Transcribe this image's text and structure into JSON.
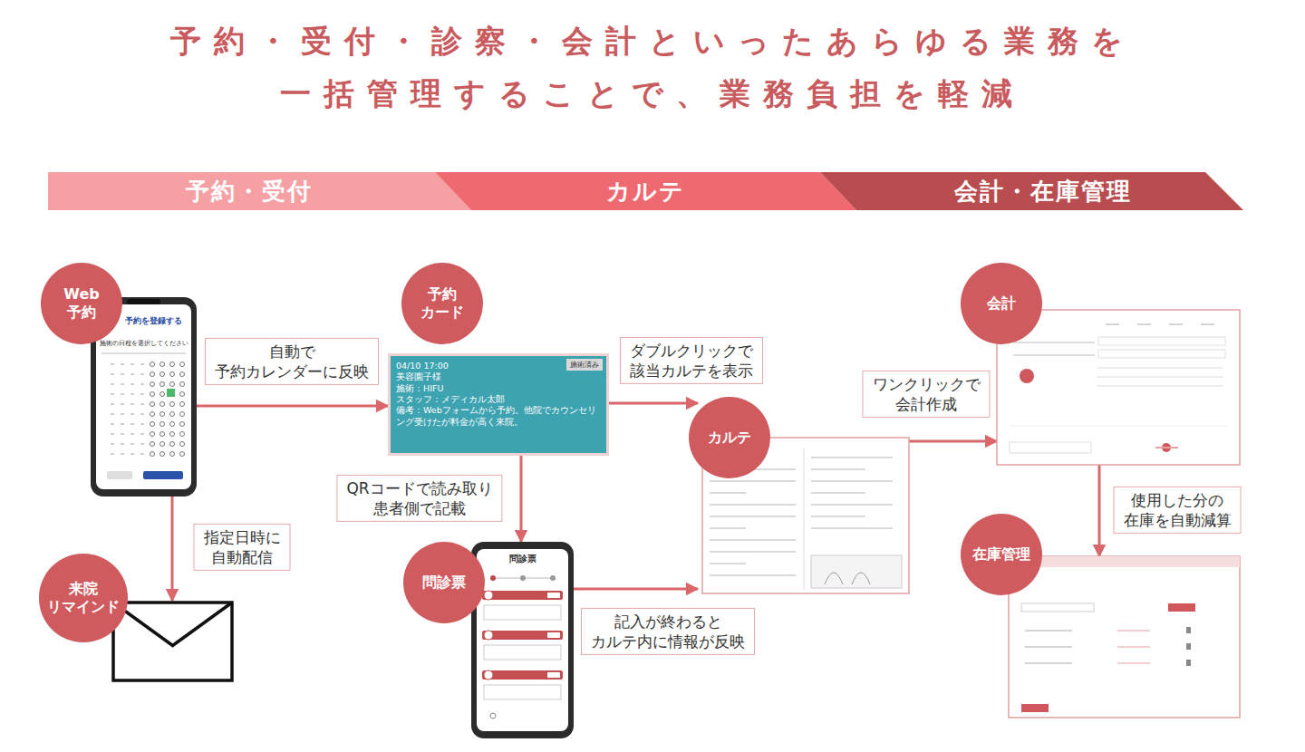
{
  "diagram": {
    "title": "予約・受付・診察・会計といったあらゆる業務を 一括管理することで、業務負担を軽減",
    "nodes": [
      {
        "text": [
          "予約・受付"
        ]
      },
      {
        "text": [
          "カルテ"
        ]
      },
      {
        "text": [
          "会計・在庫管理"
        ]
      },
      {
        "text": [
          "Web 予約",
          "予約を登録する",
          "施術の日程を選択してください"
        ]
      },
      {
        "text": [
          "来院 リマインド"
        ]
      },
      {
        "text": [
          "予約 カード",
          "施術済み",
          "04/10 17:00",
          "美容園子様",
          "施術：HIFU",
          "スタッフ：メディカル太郎",
          "備考：Webフォームから予約。他院でカウンセリング受けたが料金が高く来院。"
        ]
      },
      {
        "text": [
          "問診票",
          "問診票"
        ]
      },
      {
        "text": [
          "カルテ"
        ]
      },
      {
        "text": [
          "会計"
        ]
      },
      {
        "text": [
          "在庫管理"
        ]
      }
    ],
    "edges": [
      {
        "from": 3,
        "to": 5,
        "label": "自動で 予約カレンダーに反映",
        "arrow": "to"
      },
      {
        "from": 3,
        "to": 4,
        "label": "指定日時に 自動配信",
        "arrow": "to"
      },
      {
        "from": 5,
        "to": 7,
        "label": "ダブルクリックで 該当カルテを表示",
        "arrow": "to"
      },
      {
        "from": 5,
        "to": 6,
        "label": "QRコードで読み取り 患者側で記載",
        "arrow": "to"
      },
      {
        "from": 6,
        "to": 7,
        "label": "記入が終わると カルテ内に情報が反映",
        "arrow": "to"
      },
      {
        "from": 7,
        "to": 8,
        "label": "ワンクリックで 会計作成",
        "arrow": "to"
      },
      {
        "from": 8,
        "to": 9,
        "label": "使用した分の 在庫を自動減算",
        "arrow": "to"
      }
    ]
  }
}
